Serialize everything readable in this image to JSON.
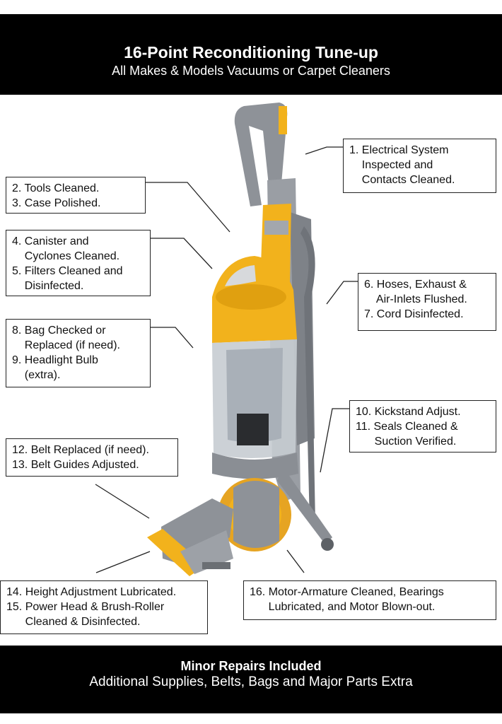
{
  "header": {
    "title": "16-Point Reconditioning Tune-up",
    "subtitle": "All Makes & Models Vacuums or Carpet Cleaners"
  },
  "callouts": {
    "c1": [
      "1. Electrical System",
      "    Inspected and",
      "    Contacts Cleaned."
    ],
    "c2": [
      "2. Tools Cleaned.",
      "3. Case Polished."
    ],
    "c3": [
      "4. Canister and",
      "    Cyclones Cleaned.",
      "5. Filters Cleaned and",
      "    Disinfected."
    ],
    "c4": [
      "6. Hoses, Exhaust &",
      "    Air-Inlets Flushed.",
      "7. Cord Disinfected."
    ],
    "c5": [
      "8. Bag Checked or",
      "    Replaced (if need).",
      "9. Headlight Bulb",
      "    (extra)."
    ],
    "c6": [
      "10. Kickstand Adjust.",
      "11. Seals Cleaned &",
      "      Suction Verified."
    ],
    "c7": [
      "12. Belt Replaced (if need).",
      "13. Belt Guides Adjusted."
    ],
    "c8": [
      "14. Height Adjustment Lubricated.",
      "15. Power Head & Brush-Roller",
      "      Cleaned & Disinfected."
    ],
    "c9": [
      "16. Motor-Armature Cleaned, Bearings",
      "      Lubricated, and Motor Blown-out."
    ]
  },
  "footer": {
    "title": "Minor Repairs Included",
    "subtitle": "Additional Supplies, Belts, Bags and Major Parts Extra"
  },
  "colors": {
    "banner": "#000000",
    "vacuum_yellow": "#f2b21c",
    "vacuum_gray": "#8a8e94"
  }
}
